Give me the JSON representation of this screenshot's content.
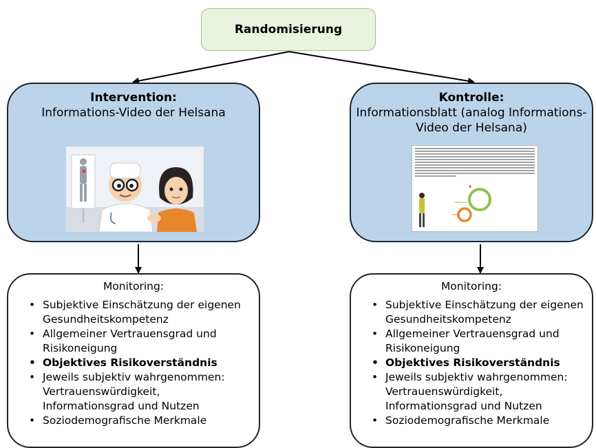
{
  "top": {
    "label": "Randomisierung"
  },
  "intervention": {
    "title": "Intervention:",
    "subtitle": "Informations-Video der Helsana",
    "image": "doctor-patient-cartoon"
  },
  "kontrolle": {
    "title": "Kontrolle:",
    "subtitle": "Informationsblatt (analog Informations-Video der Helsana)",
    "image": "information-sheet-thumbnail"
  },
  "monitoring": {
    "title": "Monitoring:",
    "items": [
      "Subjektive Einschätzung der eigenen Gesundheitskompetenz",
      "Allgemeiner Vertrauensgrad und Risikoneigung",
      "Objektives Risikoverständnis",
      "Jeweils subjektiv wahrgenommen: Vertrauenswürdigkeit, Informationsgrad und Nutzen",
      "Soziodemografische Merkmale"
    ]
  },
  "colors": {
    "top_fill": "#e9f3de",
    "box_fill": "#bcd4ea",
    "border": "#1c2330"
  }
}
